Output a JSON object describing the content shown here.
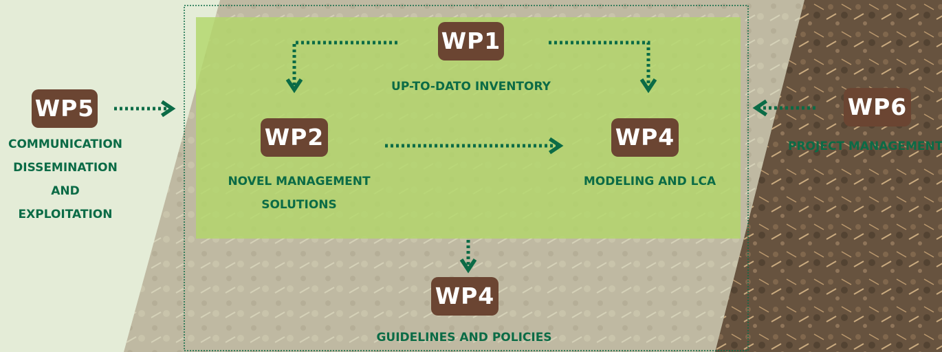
{
  "colors": {
    "box": "#6b4532",
    "label": "#0b6b46",
    "arrow": "#0b6b46",
    "panel": "#b2d76a",
    "background": "#e4ecd7",
    "soil": "#5f4a35"
  },
  "nodes": {
    "wp1": {
      "title": "WP1",
      "label": [
        "UP-TO-DATO INVENTORY"
      ]
    },
    "wp2": {
      "title": "WP2",
      "label": [
        "NOVEL MANAGEMENT",
        "SOLUTIONS"
      ]
    },
    "wp4_model": {
      "title": "WP4",
      "label": [
        "MODELING AND LCA"
      ]
    },
    "wp4_guide": {
      "title": "WP4",
      "label": [
        "GUIDELINES AND POLICIES"
      ]
    },
    "wp5": {
      "title": "WP5",
      "label": [
        "COMMUNICATION",
        "DISSEMINATION",
        "AND",
        "EXPLOITATION"
      ]
    },
    "wp6": {
      "title": "WP6",
      "label": [
        "PROJECT MANAGEMENT"
      ]
    }
  },
  "edges": [
    {
      "from": "wp1",
      "to": "wp2"
    },
    {
      "from": "wp1",
      "to": "wp4_model"
    },
    {
      "from": "wp2",
      "to": "wp4_model"
    },
    {
      "from": "panel",
      "to": "wp4_guide"
    },
    {
      "from": "wp5",
      "to": "panel"
    },
    {
      "from": "wp6",
      "to": "panel"
    }
  ]
}
